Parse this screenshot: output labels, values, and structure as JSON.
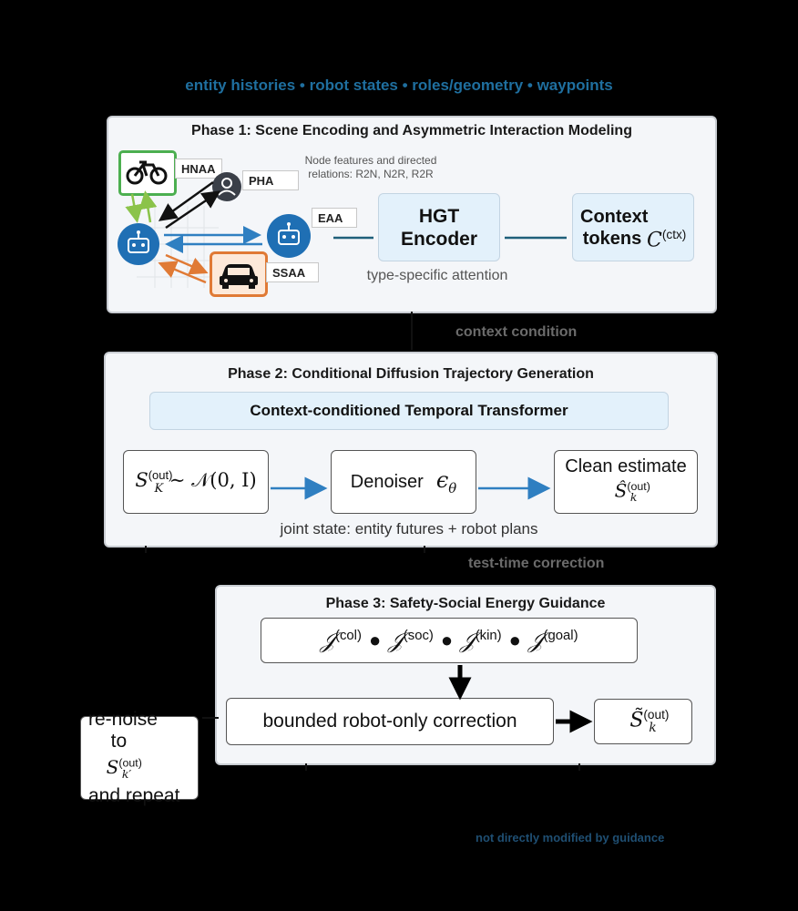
{
  "top_banner": "entity histories • robot states • roles/geometry • waypoints",
  "phase1": {
    "title": "Phase 1: Scene Encoding and Asymmetric Interaction Modeling",
    "tags": {
      "hnaa": "HNAA",
      "pha": "PHA",
      "eaa": "EAA",
      "ssaa": "SSAA"
    },
    "node_note": "Node features and directed relations: R2N, N2R, R2R",
    "encoder_line1": "HGT",
    "encoder_line2": "Encoder",
    "context_tokens_label": "Context tokens",
    "context_symbol": "C",
    "context_sup": "(ctx)",
    "attention_note": "type-specific attention"
  },
  "flow_labels": {
    "context_condition": "context condition",
    "test_time_correction": "test-time correction"
  },
  "phase2": {
    "title": "Phase 2: Conditional Diffusion Trajectory Generation",
    "transformer_label": "Context-conditioned Temporal Transformer",
    "noise_formula": {
      "symbol": "S",
      "sup": "(out)",
      "sub": "K",
      "rest": " ∼ 𝒩(0, I)"
    },
    "denoiser_label": "Denoiser",
    "denoiser_symbol": "ϵ",
    "denoiser_sub": "θ",
    "clean_estimate_label": "Clean estimate",
    "clean_estimate_symbol": "Ŝ",
    "clean_estimate_sup": "(out)",
    "clean_estimate_sub": "k",
    "joint_state_note": "joint state: entity futures + robot plans"
  },
  "phase3": {
    "title": "Phase 3: Safety-Social Energy Guidance",
    "energy_terms": [
      {
        "symbol": "𝒥",
        "sup": "(col)"
      },
      {
        "symbol": "𝒥",
        "sup": "(soc)"
      },
      {
        "symbol": "𝒥",
        "sup": "(kin)"
      },
      {
        "symbol": "𝒥",
        "sup": "(goal)"
      }
    ],
    "correction_label": "bounded robot-only correction",
    "output_symbol": "S̃",
    "output_sup": "(out)",
    "output_sub": "k"
  },
  "renoise": {
    "line1": "re-noise",
    "line2_prefix": "to",
    "symbol": "S",
    "sup": "(out)",
    "sub": "k′",
    "line3": "and repeat"
  },
  "bottom_note": "not directly modified by guidance",
  "colors": {
    "banner": "#1f6f9f",
    "robot": "#1f6fb4",
    "blue_arrow": "#2f7fc1",
    "green": "#4caf50",
    "orange": "#e07a35",
    "line_teal": "#1f5f7a"
  }
}
